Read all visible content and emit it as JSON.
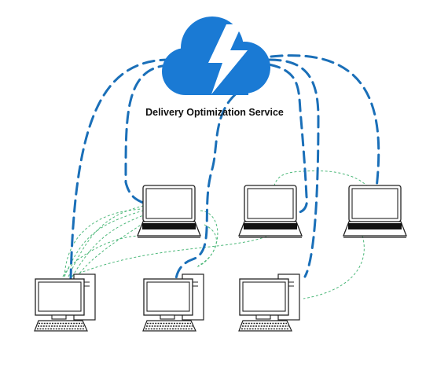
{
  "service": {
    "label": "Delivery Optimization Service",
    "icon": "cloud-lightning-icon"
  },
  "devices": [
    {
      "id": "laptop-1",
      "type": "laptop",
      "icon": "laptop-icon"
    },
    {
      "id": "laptop-2",
      "type": "laptop",
      "icon": "laptop-icon"
    },
    {
      "id": "laptop-3",
      "type": "laptop",
      "icon": "laptop-icon"
    },
    {
      "id": "desktop-1",
      "type": "desktop",
      "icon": "desktop-computer-icon"
    },
    {
      "id": "desktop-2",
      "type": "desktop",
      "icon": "desktop-computer-icon"
    },
    {
      "id": "desktop-3",
      "type": "desktop",
      "icon": "desktop-computer-icon"
    }
  ],
  "connections": {
    "service_links": {
      "style": "long-dash",
      "color": "#1a6fb8"
    },
    "peer_links": {
      "style": "short-dash",
      "color": "#4db87a"
    }
  }
}
